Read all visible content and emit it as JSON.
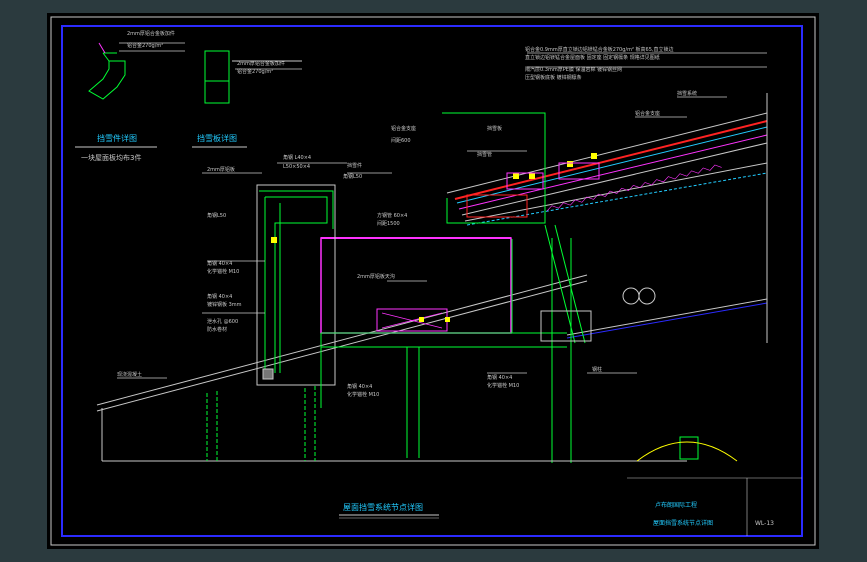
{
  "drawing": {
    "main_title": "屋面挡雪系统节点详图",
    "detail_title_1": "挡雪件详图",
    "detail_title_2": "挡雪板详图",
    "detail_note": "一块屋面板均布3件",
    "project_name": "卢布朗国际工程",
    "sheet_name": "屋面挡雪系统节点详图",
    "sheet_ref": "WL-13"
  },
  "colors": {
    "background": "#000000",
    "frame": "#2b3a3e",
    "border_white": "#ffffff",
    "border_blue": "#2b2bff",
    "green": "#00ff33",
    "magenta": "#ff33ff",
    "red": "#ff2222",
    "cyan": "#22ccff",
    "yellow": "#ffff00",
    "white_line": "#c8c8c8"
  }
}
